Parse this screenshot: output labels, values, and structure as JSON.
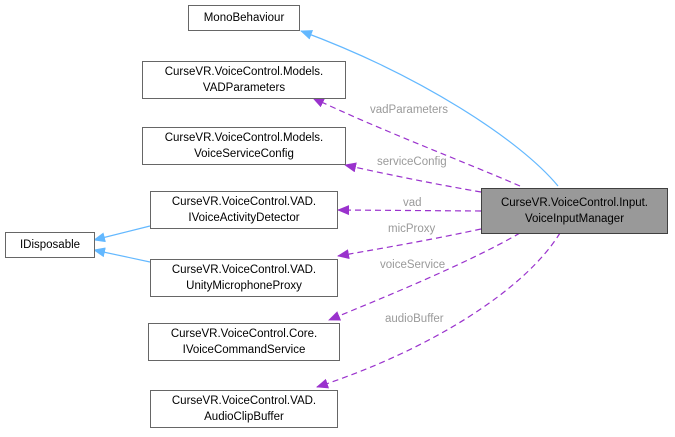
{
  "nodes": {
    "monobehaviour": {
      "lines": [
        "MonoBehaviour"
      ]
    },
    "vad_parameters": {
      "lines": [
        "CurseVR.VoiceControl.Models.",
        "VADParameters"
      ]
    },
    "voice_service_config": {
      "lines": [
        "CurseVR.VoiceControl.Models.",
        "VoiceServiceConfig"
      ]
    },
    "ivoice_activity_detector": {
      "lines": [
        "CurseVR.VoiceControl.VAD.",
        "IVoiceActivityDetector"
      ]
    },
    "idisposable": {
      "lines": [
        "IDisposable"
      ]
    },
    "unity_microphone_proxy": {
      "lines": [
        "CurseVR.VoiceControl.VAD.",
        "UnityMicrophoneProxy"
      ]
    },
    "ivoice_command_service": {
      "lines": [
        "CurseVR.VoiceControl.Core.",
        "IVoiceCommandService"
      ]
    },
    "audio_clip_buffer": {
      "lines": [
        "CurseVR.VoiceControl.VAD.",
        "AudioClipBuffer"
      ]
    },
    "voice_input_manager": {
      "lines": [
        "CurseVR.VoiceControl.Input.",
        "VoiceInputManager"
      ]
    }
  },
  "edge_labels": {
    "vad_parameters": "vadParameters",
    "service_config": "serviceConfig",
    "vad": "vad",
    "mic_proxy": "micProxy",
    "voice_service": "voiceService",
    "audio_buffer": "audioBuffer"
  },
  "colors": {
    "inheritance": "#63b8ff",
    "usage": "#9a32cd",
    "label": "#9a9a9a",
    "focus_fill": "#999999",
    "border": "#666666"
  }
}
